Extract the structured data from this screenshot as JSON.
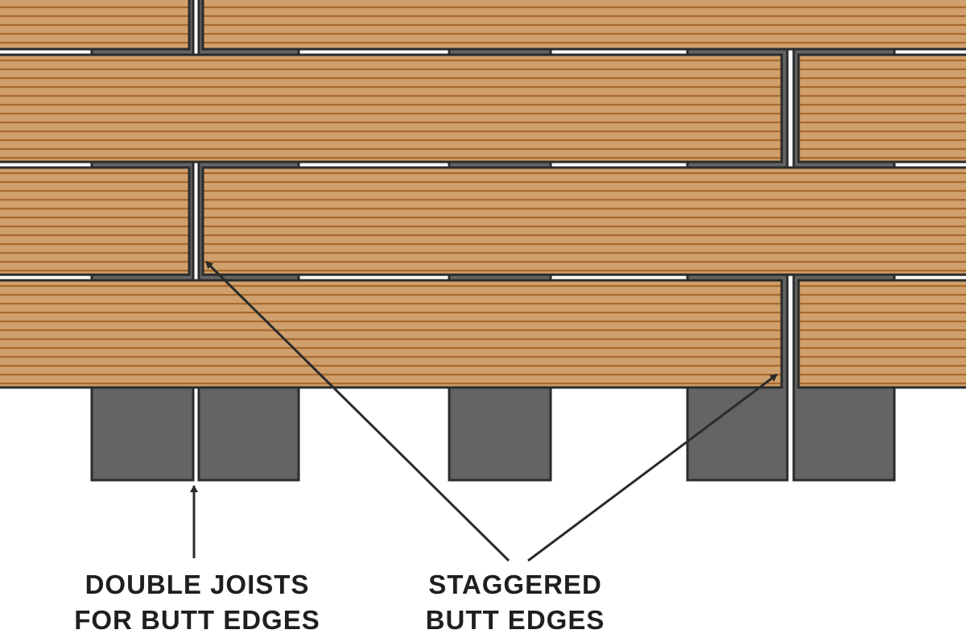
{
  "labels": {
    "double_joists": [
      "DOUBLE JOISTS",
      "FOR BUTT EDGES"
    ],
    "staggered_butt_edges": [
      "STAGGERED",
      "BUTT EDGES"
    ]
  },
  "colors": {
    "board_fill": "#cfa06c",
    "board_groove": "#a86a2e",
    "outline": "#2b2b2b",
    "joist_fill": "#646464",
    "background": "#ffffff"
  }
}
